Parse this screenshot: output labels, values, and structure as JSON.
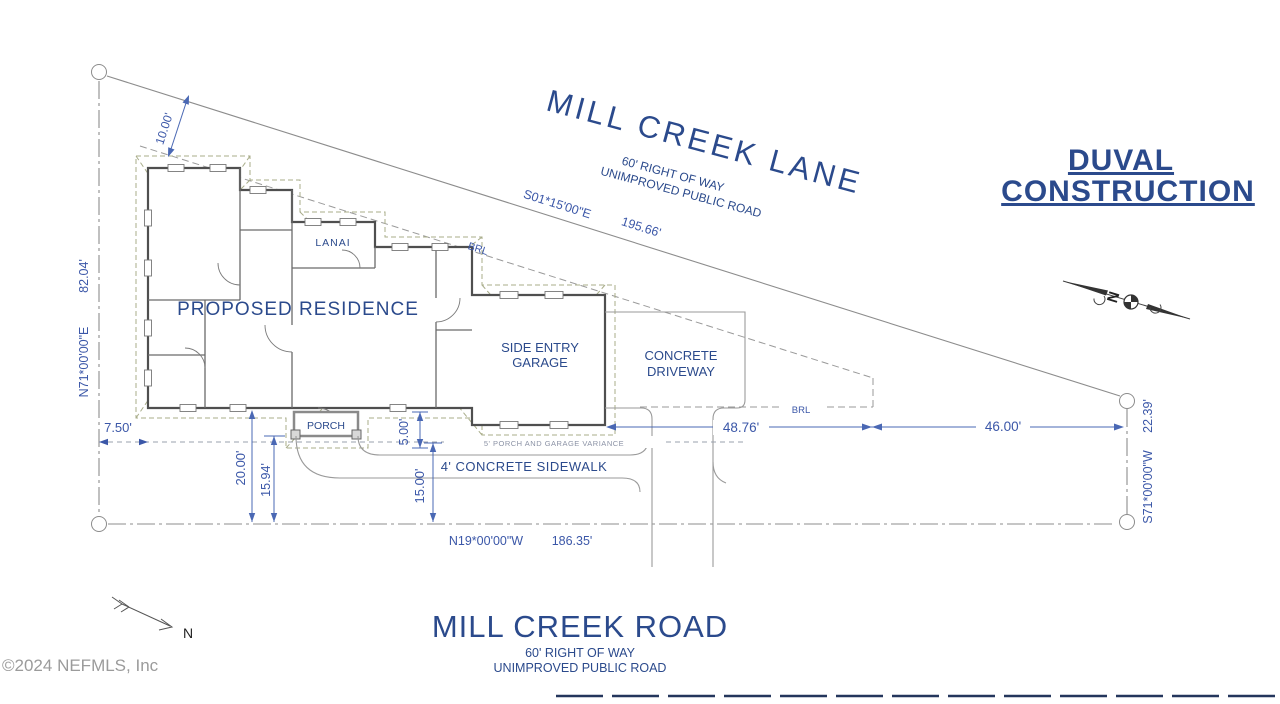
{
  "company": {
    "line1": "DUVAL",
    "line2": "CONSTRUCTION"
  },
  "streets": {
    "lane": {
      "name": "MILL CREEK LANE",
      "row": "60' RIGHT OF WAY",
      "type": "UNIMPROVED PUBLIC ROAD"
    },
    "road": {
      "name": "MILL CREEK ROAD",
      "row": "60' RIGHT OF WAY",
      "type": "UNIMPROVED PUBLIC ROAD"
    }
  },
  "boundaries": {
    "north_bearing": "S01*15'00\"E",
    "north_distance": "195.66'",
    "west_bearing": "N71*00'00\"E",
    "west_distance": "82.04'",
    "south_bearing": "N19*00'00\"W",
    "south_distance": "186.35'",
    "east_bearing": "S71*00'00\"W",
    "east_distance": "22.39'"
  },
  "labels": {
    "residence": "PROPOSED RESIDENCE",
    "lanai": "LANAI",
    "porch": "PORCH",
    "garage_line1": "SIDE ENTRY",
    "garage_line2": "GARAGE",
    "driveway_line1": "CONCRETE",
    "driveway_line2": "DRIVEWAY",
    "sidewalk": "4' CONCRETE SIDEWALK",
    "variance": "5' PORCH AND GARAGE VARIANCE",
    "brl_upper": "BRL",
    "brl_lower": "BRL",
    "north_letter": "N",
    "compass_letter": "N"
  },
  "dimensions": {
    "roof_offset": "10.00'",
    "side_left": "7.50'",
    "setback_20": "20.00'",
    "setback_1594": "15.94'",
    "porch_depth": "5.00'",
    "setback_15": "15.00'",
    "drive_span": "48.76'",
    "rear_span": "46.00'"
  },
  "footer": {
    "copyright": "©2024 NEFMLS, Inc"
  },
  "colors": {
    "heading": "#2b4a8c",
    "dimension": "#3b57a8",
    "survey_line": "#8c8c8c",
    "wall_line": "#4f4f4f",
    "roof_dash": "#a9ad8a",
    "bottom_bar": "#24365c"
  }
}
